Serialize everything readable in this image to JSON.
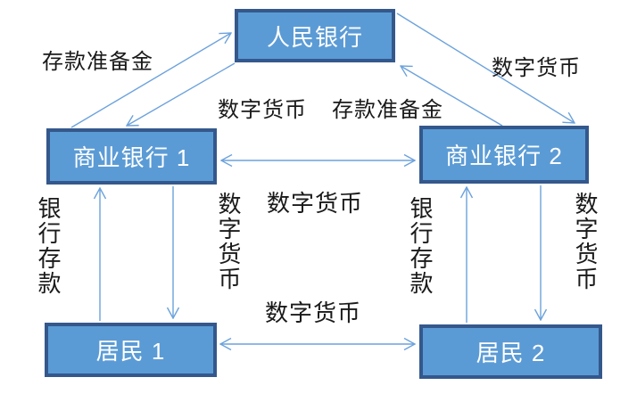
{
  "diagram": {
    "description": "Digital currency (CBDC) circulation diagram between the central bank, commercial banks and residents",
    "nodes": [
      {
        "id": "pboc",
        "label": "人民银行"
      },
      {
        "id": "bank1",
        "label": "商业银行 1"
      },
      {
        "id": "bank2",
        "label": "商业银行 2"
      },
      {
        "id": "resident1",
        "label": "居民 1"
      },
      {
        "id": "resident2",
        "label": "居民 2"
      }
    ],
    "edges": [
      {
        "name": "bank1-to-pboc",
        "label": "存款准备金",
        "direction": "bank1 → pboc"
      },
      {
        "name": "pboc-to-bank1",
        "label": "数字货币",
        "direction": "pboc → bank1"
      },
      {
        "name": "bank2-to-pboc",
        "label": "存款准备金",
        "direction": "bank2 → pboc"
      },
      {
        "name": "pboc-to-bank2",
        "label": "数字货币",
        "direction": "pboc → bank2"
      },
      {
        "name": "bank1-bank2",
        "label": "数字货币",
        "direction": "bank1 ↔ bank2"
      },
      {
        "name": "resident1-to-bank1",
        "label": "银行存款",
        "direction": "resident1 → bank1"
      },
      {
        "name": "bank1-to-resident1",
        "label": "数字货币",
        "direction": "bank1 → resident1"
      },
      {
        "name": "resident1-resident2",
        "label": "数字货币",
        "direction": "resident1 ↔ resident2"
      },
      {
        "name": "resident2-to-bank2",
        "label": "银行存款",
        "direction": "resident2 → bank2"
      },
      {
        "name": "bank2-to-resident2",
        "label": "数字货币",
        "direction": "bank2 → resident2"
      }
    ]
  },
  "colors": {
    "node_fill": "#5b9bd5",
    "node_border": "#34588c",
    "connector": "#6ca2dc",
    "label_text": "#1a1a1a"
  }
}
